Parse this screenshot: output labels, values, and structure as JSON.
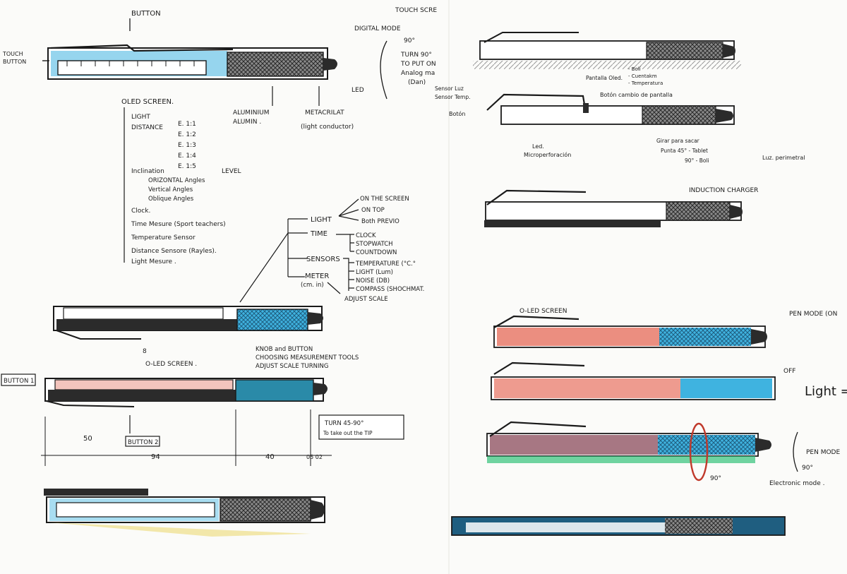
{
  "colors": {
    "ink": "#1a1a1a",
    "paper": "#fbfbf9",
    "cyan": "#3fb3e0",
    "salmon": "#e87a6a",
    "green": "#33c27a",
    "yellow": "#e6cf4a",
    "knurl": "#555555"
  },
  "left": {
    "top": {
      "button": "BUTTON",
      "touch_button": [
        "TOUCH",
        "BUTTON"
      ],
      "touch_screen": "TOUCH SCRE",
      "digital_mode": "DIGITAL MODE",
      "angle": "90°",
      "turn_note": [
        "TURN 90°",
        "TO PUT ON",
        "Analog ma",
        "(Dan)"
      ],
      "led": "LED",
      "oled": "OLED SCREEN.",
      "aluminium": [
        "ALUMINIUM",
        "ALUMIN ."
      ],
      "metacrilat": [
        "METACRILAT",
        "(light conductor)"
      ]
    },
    "features": {
      "light": "LIGHT",
      "distance": "DISTANCE",
      "scales": [
        "E. 1:1",
        "E. 1:2",
        "E. 1:3",
        "E. 1:4",
        "E. 1:5"
      ],
      "inclination": "Inclination",
      "level": "LEVEL",
      "angles": [
        "ORIZONTAL Angles",
        "Vertical Angles",
        "Oblique Angles"
      ],
      "clock": "Clock.",
      "time_measure": "Time Mesure (Sport teachers)",
      "temperature": "Temperature Sensor",
      "distance_sensor": "Distance Sensore (Rayles).",
      "light_measure": "Light Mesure ."
    },
    "tree": {
      "light": "LIGHT",
      "on_screen": "ON THE SCREEN",
      "on_top": "ON TOP",
      "both": "Both PREVIO",
      "time": "TIME",
      "time_items": [
        "CLOCK",
        "STOPWATCH",
        "COUNTDOWN"
      ],
      "sensors": "SENSORS",
      "sensor_items": [
        "TEMPERATURE (°C.°",
        "LIGHT (Lum)",
        "NOISE (DB)",
        "COMPASS (SHOCHMAT."
      ],
      "meter": [
        "METER",
        "(cm. in)"
      ],
      "adjust": "ADJUST SCALE"
    },
    "mid": {
      "knob": [
        "KNOB and BUTTON",
        "CHOOSING MEASUREMENT TOOLS",
        "ADJUST SCALE TURNING"
      ],
      "oled": "O-LED SCREEN .",
      "dim_8": "8",
      "button1": "BUTTON 1",
      "button2": "BUTTON 2",
      "dim_50": "50",
      "dim_94": "94",
      "dim_40": "40",
      "dim_tip": "05 02",
      "turn_tip": [
        "TURN 45-90°",
        "To take out the TIP"
      ]
    }
  },
  "right": {
    "pantalla": [
      "Pantalla Oled.",
      "- Bolí",
      "- Cuentakm",
      "- Temperatura"
    ],
    "sensor": [
      "Sensor Luz",
      "Sensor Temp."
    ],
    "boton_screen": "Botón cambio de pantalla",
    "boton": "Botón",
    "led": [
      "Led.",
      "Microperforación"
    ],
    "girar": [
      "Girar para sacar",
      "Punta 45° - Tablet",
      "90° - Boli"
    ],
    "luz": "Luz. perimetral",
    "induction": "INDUCTION CHARGER",
    "oled": "O-LED SCREEN",
    "pen_mode": "PEN MODE (ON",
    "off": "OFF",
    "light": "Light =",
    "pen_mode2": "PEN MODE",
    "angle_90": "90°",
    "angle_90b": "90°",
    "electronic": "Electronic mode ."
  }
}
